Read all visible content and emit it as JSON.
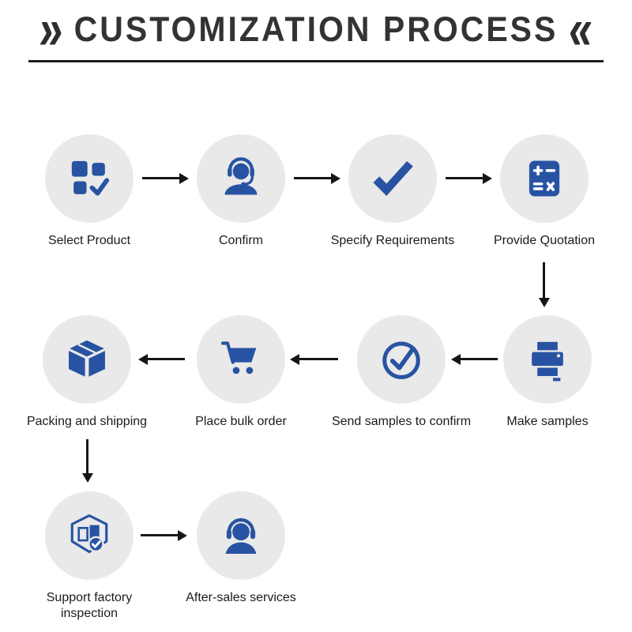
{
  "title": {
    "text": "CUSTOMIZATION PROCESS",
    "left_mark": "»",
    "right_mark": "«"
  },
  "colors": {
    "icon_blue": "#2853a3",
    "circle_bg": "#e9e9e9",
    "arrow": "#161616",
    "title_text": "#333333"
  },
  "steps": [
    {
      "label": "Select Product",
      "icon": "product-grid-check-icon"
    },
    {
      "label": "Confirm",
      "icon": "customer-service-icon"
    },
    {
      "label": "Specify Requirements",
      "icon": "checkmark-icon"
    },
    {
      "label": "Provide Quotation",
      "icon": "calculator-icon"
    },
    {
      "label": "Make samples",
      "icon": "printer-icon"
    },
    {
      "label": "Send samples to confirm",
      "icon": "circle-check-icon"
    },
    {
      "label": "Place bulk order",
      "icon": "shopping-cart-icon"
    },
    {
      "label": "Packing and shipping",
      "icon": "package-box-icon"
    },
    {
      "label": "Support factory inspection",
      "icon": "factory-inspection-icon"
    },
    {
      "label": "After-sales services",
      "icon": "headset-support-icon"
    }
  ]
}
